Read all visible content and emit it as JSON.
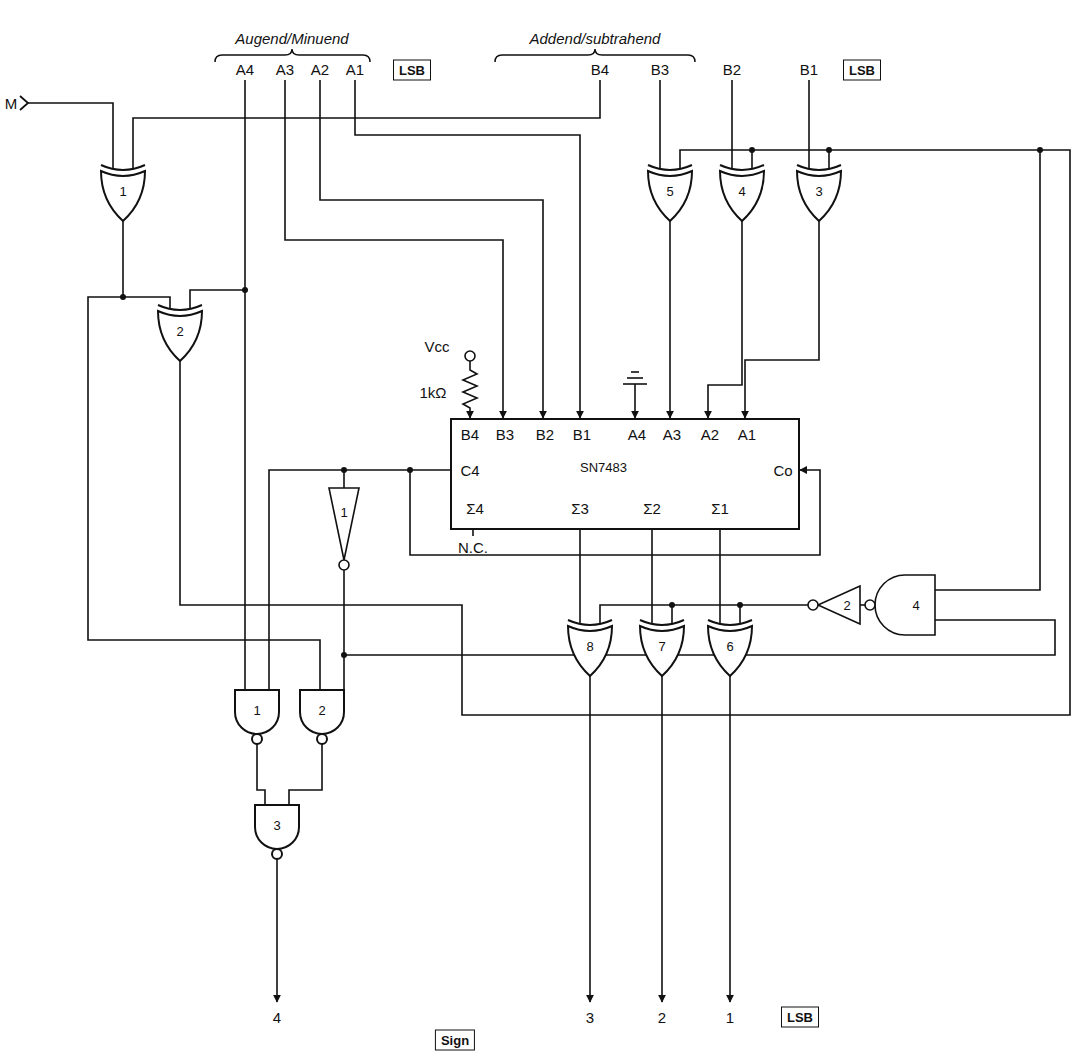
{
  "diagram": {
    "nodes": [
      {
        "text": [
          "SN7483"
        ]
      }
    ],
    "labels": [
      "Augend/Minuend",
      "A4",
      "A3",
      "A2",
      "A1",
      "LSB",
      "Addend/subtrahend",
      "B4",
      "B3",
      "B2",
      "B1",
      "LSB",
      "M",
      "1",
      "2",
      "5",
      "4",
      "3",
      "Vcc",
      "1kΩ",
      "B4",
      "B3",
      "B2",
      "B1",
      "A4",
      "A3",
      "A2",
      "A1",
      "C4",
      "Co",
      "Σ4",
      "Σ3",
      "Σ2",
      "Σ1",
      "N.C.",
      "1",
      "2",
      "4",
      "8",
      "7",
      "6",
      "1",
      "2",
      "3",
      "4",
      "3",
      "2",
      "1",
      "LSB",
      "Sign"
    ]
  }
}
